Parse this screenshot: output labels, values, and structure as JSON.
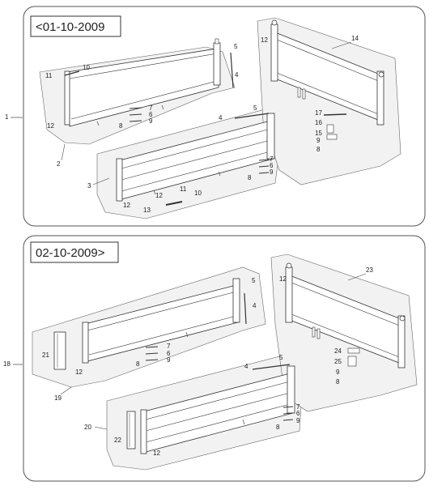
{
  "panels": [
    {
      "date_label": "<01-10-2009",
      "group_label": "1"
    },
    {
      "date_label": "02-10-2009>",
      "group_label": "18"
    }
  ],
  "callouts": {
    "top": [
      "2",
      "3",
      "4",
      "4",
      "5",
      "5",
      "6",
      "6",
      "7",
      "7",
      "8",
      "8",
      "8",
      "9",
      "9",
      "9",
      "10",
      "10",
      "11",
      "11",
      "12",
      "12",
      "12",
      "12",
      "13",
      "14",
      "15",
      "16",
      "17"
    ],
    "bottom": [
      "4",
      "4",
      "5",
      "5",
      "6",
      "6",
      "7",
      "7",
      "8",
      "8",
      "8",
      "9",
      "9",
      "9",
      "12",
      "12",
      "12",
      "19",
      "20",
      "21",
      "22",
      "23",
      "24",
      "25"
    ]
  }
}
